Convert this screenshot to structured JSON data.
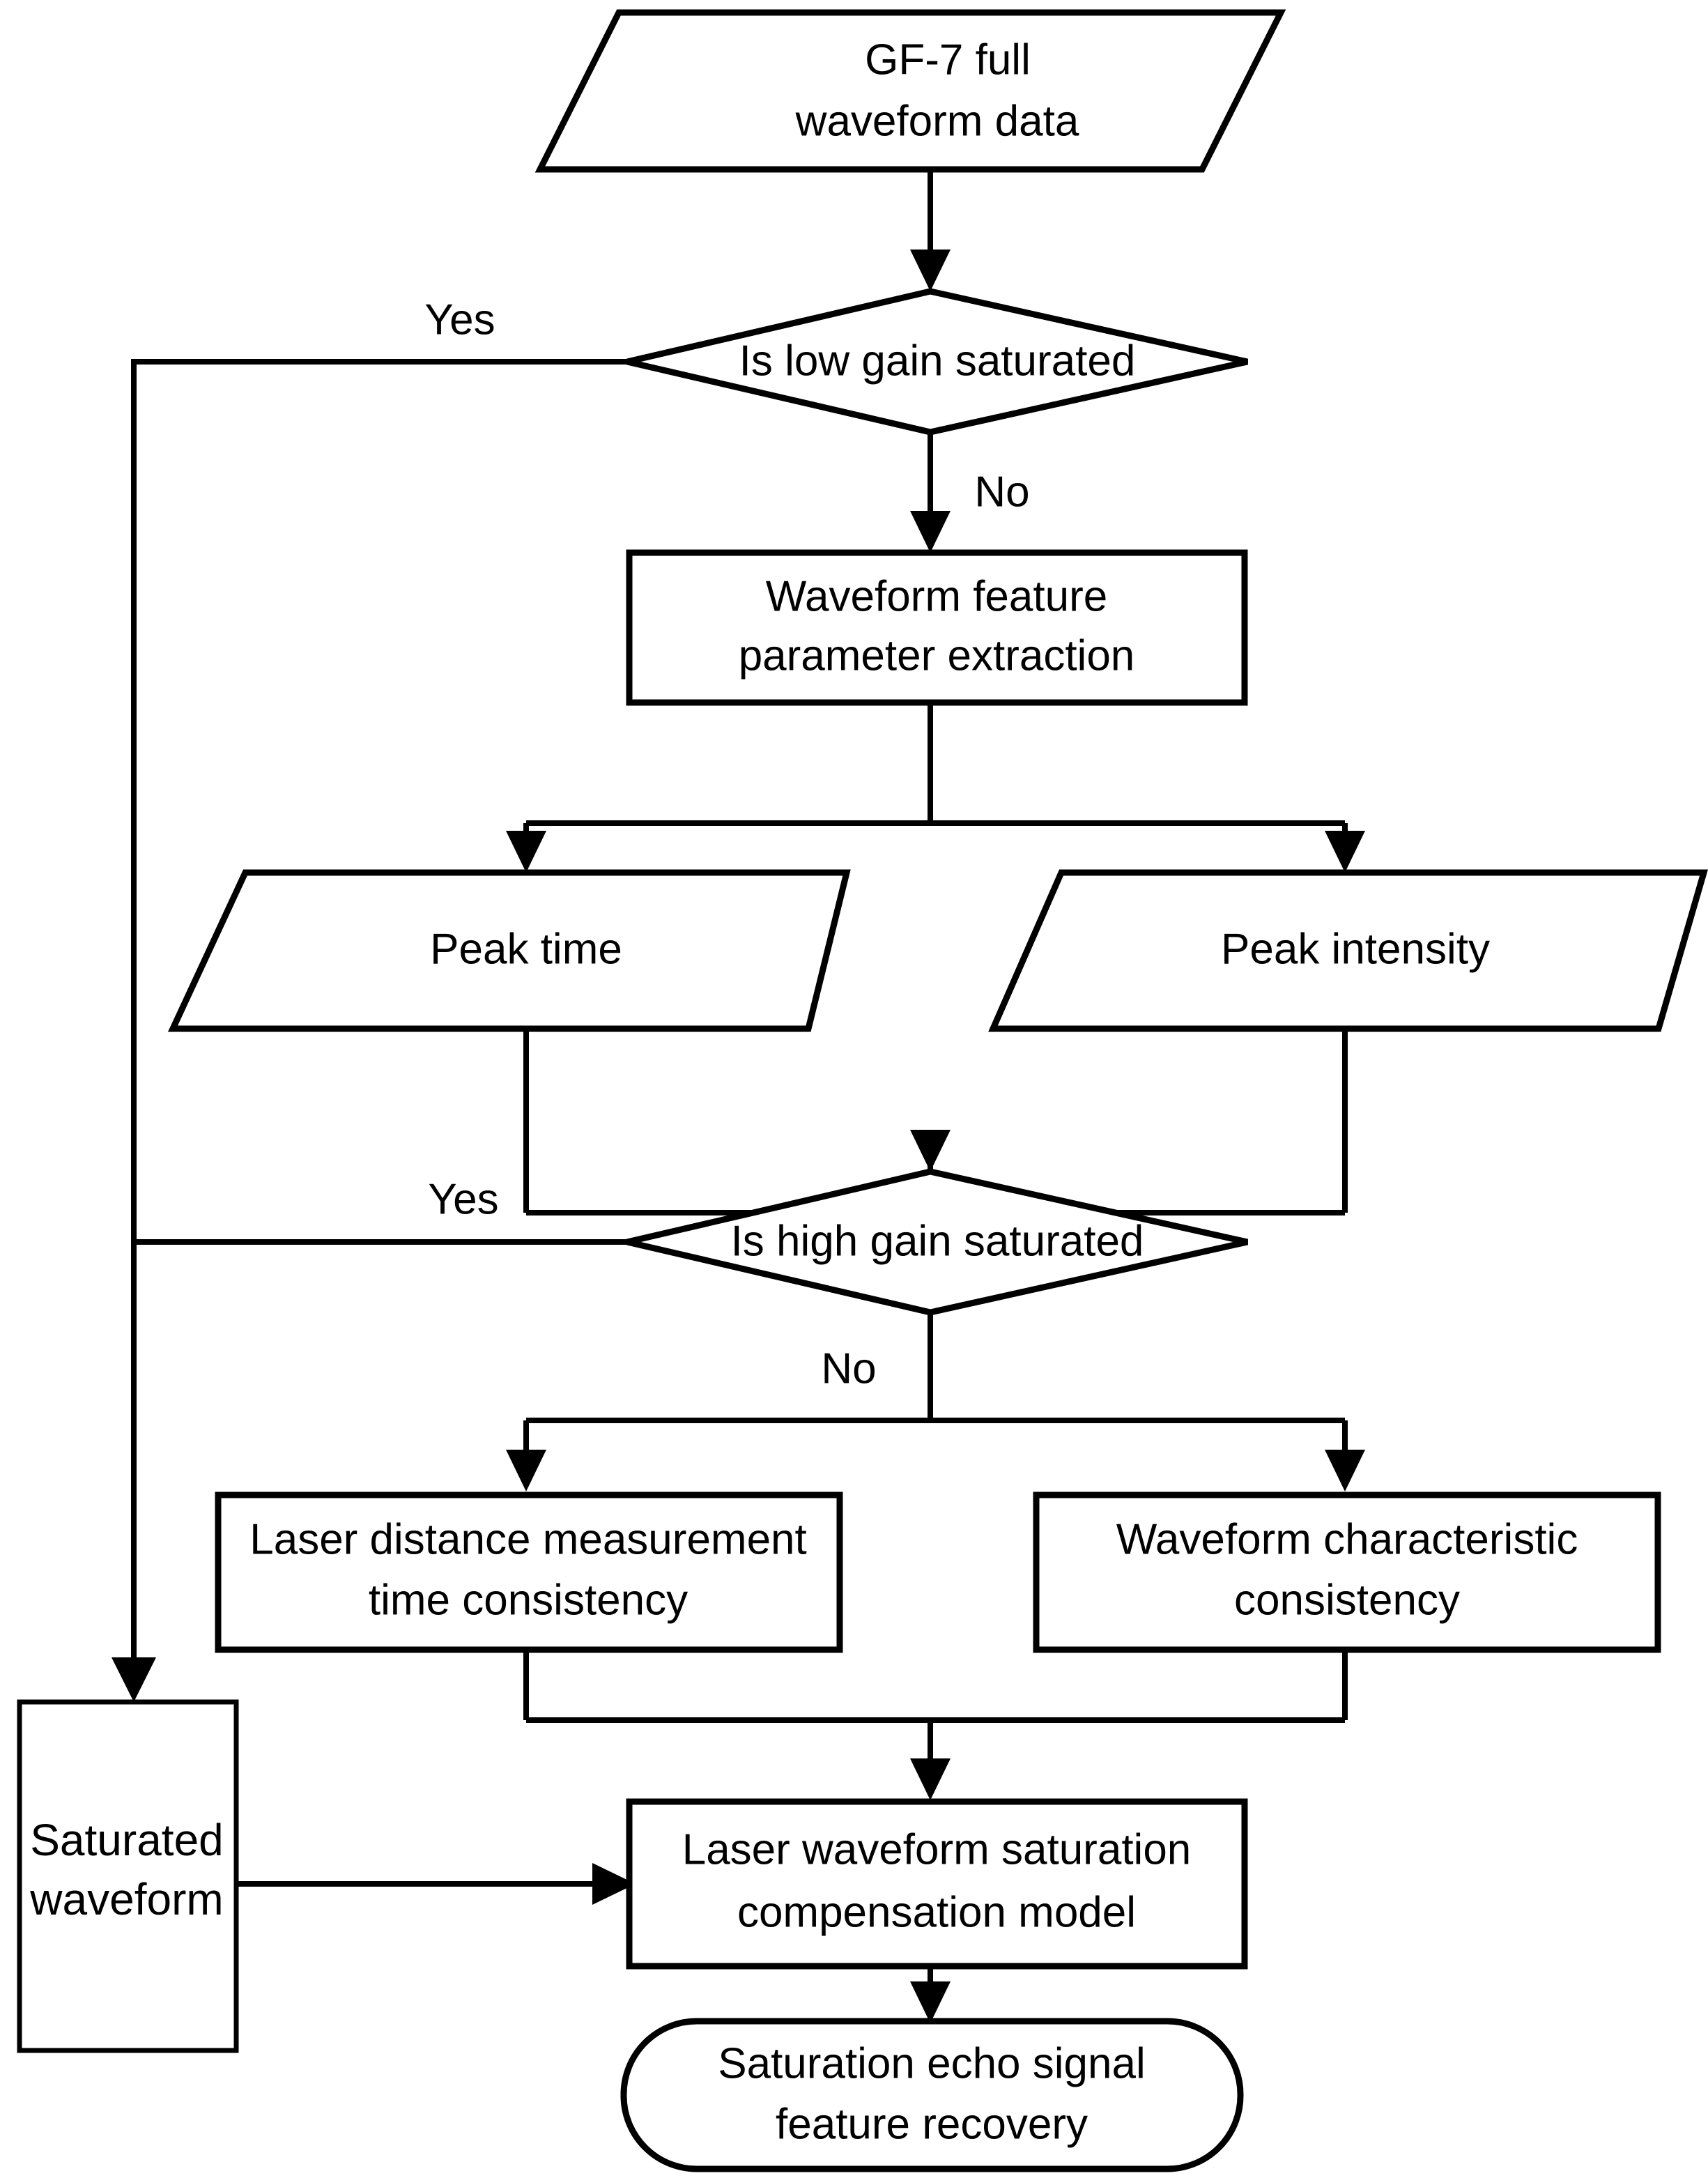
{
  "diagram": {
    "title": "GF-7 laser full waveform saturation compensation flowchart",
    "type": "flowchart",
    "background_color": "#ffffff",
    "line_color": "#000000"
  },
  "nodes": {
    "input_data": {
      "shape": "parallelogram",
      "line1": "GF-7 full",
      "line2": "waveform data"
    },
    "decision_low_gain": {
      "shape": "diamond",
      "label": "Is low gain saturated"
    },
    "feature_extraction": {
      "shape": "rectangle",
      "line1": "Waveform feature",
      "line2": "parameter extraction"
    },
    "peak_time": {
      "shape": "parallelogram",
      "label": "Peak time"
    },
    "peak_intensity": {
      "shape": "parallelogram",
      "label": "Peak intensity"
    },
    "decision_high_gain": {
      "shape": "diamond",
      "label": "Is high gain saturated"
    },
    "time_consistency": {
      "shape": "rectangle",
      "line1": "Laser distance measurement",
      "line2": "time consistency"
    },
    "waveform_consistency": {
      "shape": "rectangle",
      "line1": "Waveform characteristic",
      "line2": "consistency"
    },
    "saturated_waveform": {
      "shape": "rectangle",
      "line1": "Saturated",
      "line2": "waveform"
    },
    "compensation_model": {
      "shape": "rectangle",
      "line1": "Laser waveform saturation",
      "line2": "compensation model"
    },
    "output_recovery": {
      "shape": "rounded-rectangle",
      "line1": "Saturation echo signal",
      "line2": "feature recovery"
    }
  },
  "branch_labels": {
    "low_gain_yes": "Yes",
    "low_gain_no": "No",
    "high_gain_yes": "Yes",
    "high_gain_no": "No"
  },
  "edges": [
    {
      "from": "input_data",
      "to": "decision_low_gain",
      "label": ""
    },
    {
      "from": "decision_low_gain",
      "to": "saturated_waveform",
      "label": "Yes"
    },
    {
      "from": "decision_low_gain",
      "to": "feature_extraction",
      "label": "No"
    },
    {
      "from": "feature_extraction",
      "to": "peak_time",
      "label": ""
    },
    {
      "from": "feature_extraction",
      "to": "peak_intensity",
      "label": ""
    },
    {
      "from": "peak_time",
      "to": "decision_high_gain",
      "label": ""
    },
    {
      "from": "peak_intensity",
      "to": "decision_high_gain",
      "label": ""
    },
    {
      "from": "decision_high_gain",
      "to": "saturated_waveform",
      "label": "Yes"
    },
    {
      "from": "decision_high_gain",
      "to": "time_consistency",
      "label": "No"
    },
    {
      "from": "decision_high_gain",
      "to": "waveform_consistency",
      "label": "No"
    },
    {
      "from": "time_consistency",
      "to": "compensation_model",
      "label": ""
    },
    {
      "from": "waveform_consistency",
      "to": "compensation_model",
      "label": ""
    },
    {
      "from": "saturated_waveform",
      "to": "compensation_model",
      "label": ""
    },
    {
      "from": "compensation_model",
      "to": "output_recovery",
      "label": ""
    }
  ]
}
